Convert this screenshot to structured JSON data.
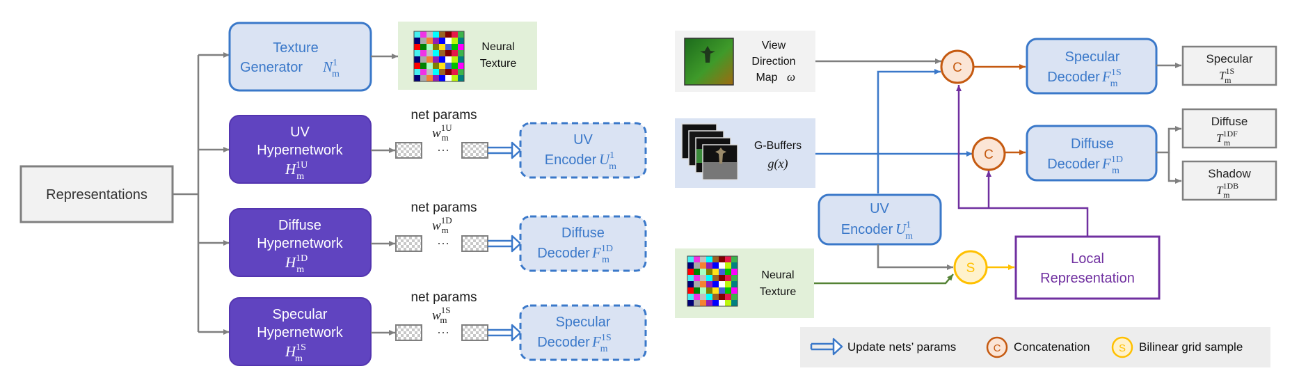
{
  "left": {
    "representations": "Representations",
    "texture_generator": {
      "line1": "Texture",
      "line2": "Generator",
      "sym": "N",
      "sup": "1",
      "sub": "m"
    },
    "neural_texture": {
      "line1": "Neural",
      "line2": "Texture"
    },
    "uv_hyper": {
      "line1": "UV",
      "line2": "Hypernetwork",
      "sym": "H",
      "sup": "1U",
      "sub": "m"
    },
    "diffuse_hyper": {
      "line1": "Diffuse",
      "line2": "Hypernetwork",
      "sym": "H",
      "sup": "1D",
      "sub": "m"
    },
    "specular_hyper": {
      "line1": "Specular",
      "line2": "Hypernetwork",
      "sym": "H",
      "sup": "1S",
      "sub": "m"
    },
    "params_uv": {
      "label": "net params",
      "sym": "w",
      "sup": "1U",
      "sub": "m",
      "dots": "···"
    },
    "params_diffuse": {
      "label": "net params",
      "sym": "w",
      "sup": "1D",
      "sub": "m",
      "dots": "···"
    },
    "params_specular": {
      "label": "net params",
      "sym": "w",
      "sup": "1S",
      "sub": "m",
      "dots": "···"
    },
    "uv_encoder": {
      "line1": "UV",
      "line2": "Encoder",
      "sym": "U",
      "sup": "1",
      "sub": "m"
    },
    "diffuse_decoder": {
      "line1": "Diffuse",
      "line2": "Decoder",
      "sym": "F",
      "sup": "1D",
      "sub": "m"
    },
    "specular_decoder": {
      "line1": "Specular",
      "line2": "Decoder",
      "sym": "F",
      "sup": "1S",
      "sub": "m"
    }
  },
  "right": {
    "view_direction": {
      "line1": "View",
      "line2": "Direction",
      "line3": "Map",
      "sym": "ω"
    },
    "gbuffers": {
      "line1": "G-Buffers",
      "formula": "g(x)"
    },
    "neural_texture": {
      "line1": "Neural",
      "line2": "Texture"
    },
    "uv_encoder": {
      "line1": "UV",
      "line2": "Encoder",
      "sym": "U",
      "sup": "1",
      "sub": "m"
    },
    "specular_decoder": {
      "line1": "Specular",
      "line2": "Decoder",
      "sym": "F",
      "sup": "1S",
      "sub": "m"
    },
    "diffuse_decoder": {
      "line1": "Diffuse",
      "line2": "Decoder",
      "sym": "F",
      "sup": "1D",
      "sub": "m"
    },
    "local_representation": {
      "line1": "Local",
      "line2": "Representation"
    },
    "concat_symbol": "C",
    "sample_symbol": "S",
    "out_specular": {
      "label": "Specular",
      "sym": "T",
      "sup": "1S",
      "sub": "m"
    },
    "out_diffuse": {
      "label": "Diffuse",
      "sym": "T",
      "sup": "1DF",
      "sub": "m"
    },
    "out_shadow": {
      "label": "Shadow",
      "sym": "T",
      "sup": "1DB",
      "sub": "m"
    }
  },
  "legend": {
    "update": "Update nets’ params",
    "concat": "Concatenation",
    "concat_symbol": "C",
    "sample": "Bilinear grid sample",
    "sample_symbol": "S"
  },
  "colors": {
    "gray": "#7f7f7f",
    "blue": "#3a78c9",
    "light_blue_fill": "#dae3f3",
    "purple": "#6044c0",
    "dark_purple": "#7030a0",
    "orange": "#c55a11",
    "orange_fill": "#fbe5d6",
    "yellow": "#ffc000",
    "yellow_fill": "#fff2cc",
    "green": "#548235",
    "green_fill": "#e2f0d9",
    "gray_fill": "#f2f2f2",
    "legend_fill": "#ededed"
  }
}
